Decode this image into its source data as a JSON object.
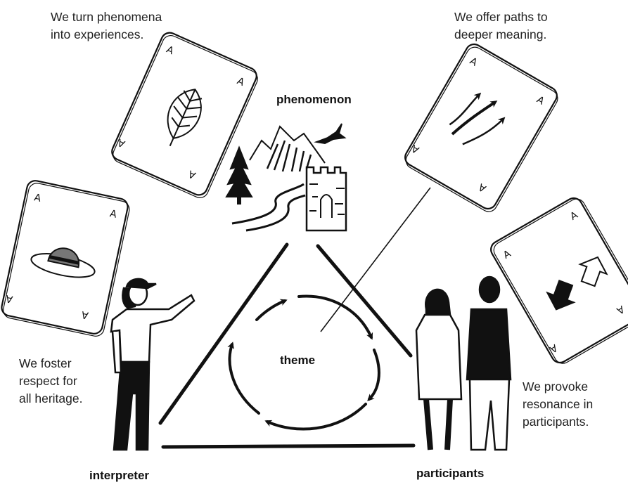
{
  "captions": {
    "top_left": "We turn phenomena\ninto experiences.",
    "top_right": "We offer paths to\ndeeper meaning.",
    "left": "We foster\nrespect for\nall heritage.",
    "right": "We provoke\nresonance in\nparticipants."
  },
  "labels": {
    "phenomenon": "phenomenon",
    "theme": "theme",
    "interpreter": "interpreter",
    "participants": "participants"
  },
  "cards": {
    "corner_letter": "A",
    "icons": [
      "leaf-icon",
      "arrows-icon",
      "ranger-hat-icon",
      "arrow-exchange-icon"
    ]
  },
  "colors": {
    "ink": "#111111",
    "paper": "#ffffff",
    "text": "#222222"
  }
}
